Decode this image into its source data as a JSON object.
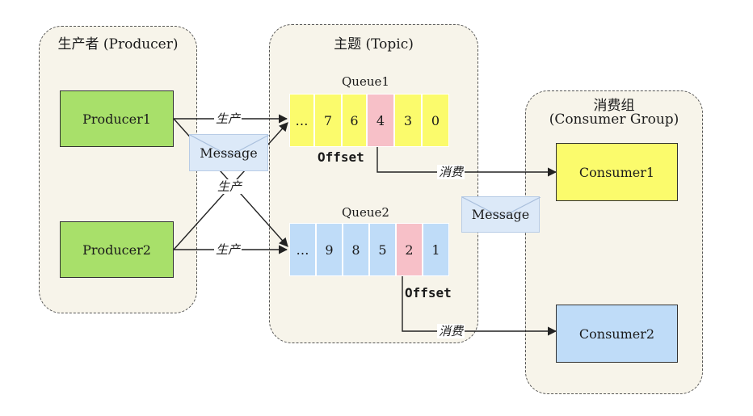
{
  "groups": {
    "producer_title": "生产者 (Producer)",
    "topic_title": "主题 (Topic)",
    "consumer_title_line1": "消费组",
    "consumer_title_line2": "(Consumer Group)"
  },
  "producers": [
    "Producer1",
    "Producer2"
  ],
  "consumers": [
    "Consumer1",
    "Consumer2"
  ],
  "queues": [
    {
      "name": "Queue1",
      "cells": [
        "…",
        "7",
        "6",
        "4",
        "3",
        "0"
      ],
      "offset_label": "Offset"
    },
    {
      "name": "Queue2",
      "cells": [
        "…",
        "9",
        "8",
        "5",
        "2",
        "1"
      ],
      "offset_label": "Offset"
    }
  ],
  "labels": {
    "produce": "生产",
    "consume": "消费",
    "message": "Message"
  },
  "colors": {
    "producer": "#a8e06a",
    "queue1": "#fbfb6c",
    "queue2": "#bfdcf8",
    "offset_cell": "#f7c0c8",
    "message": "#dce9f8",
    "group_bg": "#f7f4ea"
  }
}
